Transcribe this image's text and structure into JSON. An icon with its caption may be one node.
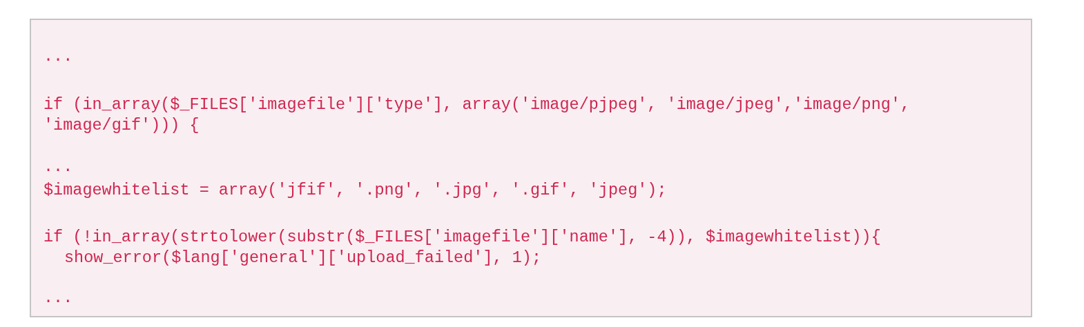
{
  "diagram": {
    "labels": [
      "...",
      "if (in_array($_FILES['imagefile']['type'], array('image/pjpeg', 'image/jpeg','image/png', 'image/gif'))) {",
      "...",
      "$imagewhitelist = array('jfif', '.png', '.jpg', '.gif', 'jpeg');",
      "if (!in_array(strtolower(substr($_FILES['imagefile']['name'], -4)), $imagewhitelist)){",
      "show_error($lang['general']['upload_failed'], 1);",
      "..."
    ]
  }
}
